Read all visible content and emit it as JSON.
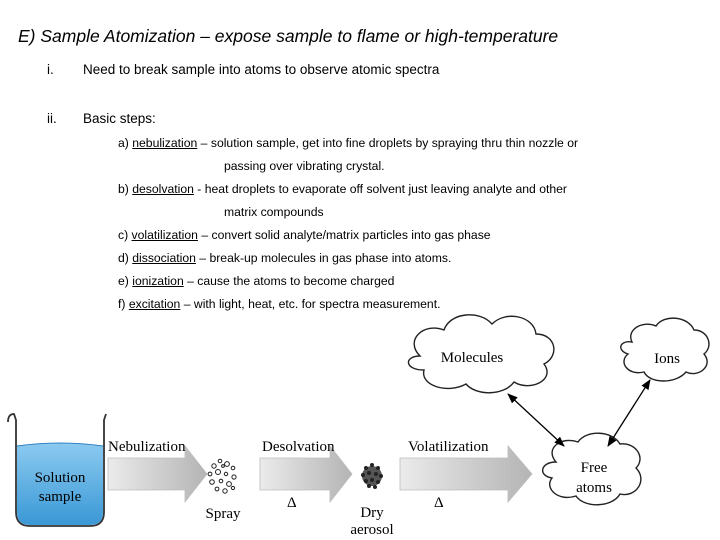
{
  "title": "E) Sample Atomization – expose sample to flame or high-temperature",
  "points": [
    {
      "num": "i.",
      "text": "Need to break sample into atoms to observe atomic spectra"
    },
    {
      "num": "ii.",
      "text": "Basic steps:"
    }
  ],
  "steps": [
    {
      "prefix": "a) ",
      "term": "nebulization",
      "rest": " – solution sample, get into fine droplets by spraying thru thin nozzle or",
      "cont": "passing over vibrating crystal."
    },
    {
      "prefix": "b) ",
      "term": "desolvation",
      "rest": " -  heat droplets to evaporate off solvent just leaving analyte and other",
      "cont": "matrix compounds"
    },
    {
      "prefix": "c) ",
      "term": "volatilization",
      "rest": " – convert solid analyte/matrix particles into gas phase"
    },
    {
      "prefix": "d) ",
      "term": "dissociation",
      "rest": " – break-up molecules in gas phase into atoms."
    },
    {
      "prefix": "e) ",
      "term": "ionization",
      "rest": " – cause the atoms to become charged"
    },
    {
      "prefix": "f)  ",
      "term": "excitation",
      "rest": " – with light, heat, etc. for spectra measurement."
    }
  ],
  "diagram": {
    "beaker_label_1": "Solution",
    "beaker_label_2": "sample",
    "arrow_labels": [
      "Nebulization",
      "Desolvation",
      "Volatilization"
    ],
    "spray_label": "Spray",
    "delta_1": "Δ",
    "delta_2": "Δ",
    "dry_label_1": "Dry",
    "dry_label_2": "aerosol",
    "molecules": "Molecules",
    "ions": "Ions",
    "free_1": "Free",
    "free_2": "atoms"
  },
  "colors": {
    "liquid": "#5aaee0",
    "arrow_gray": "#c8c8c8"
  }
}
